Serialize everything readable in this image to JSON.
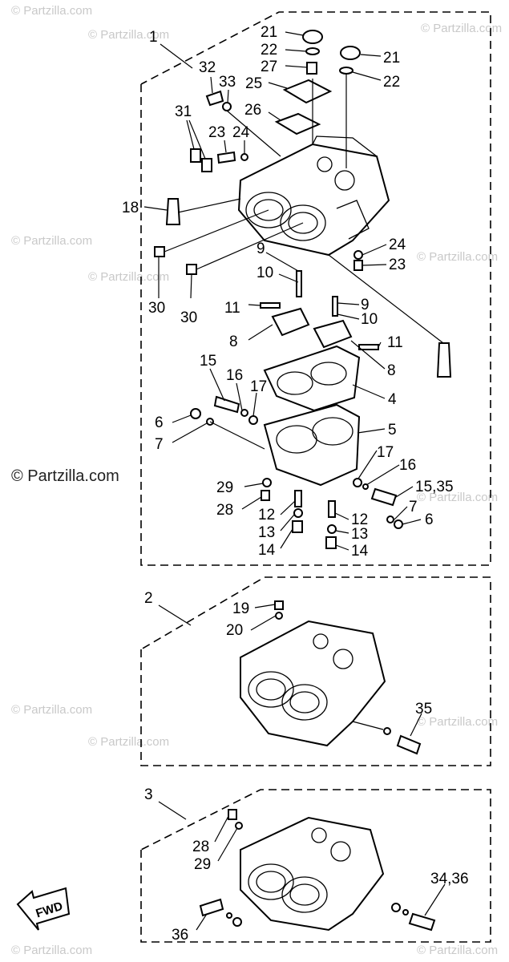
{
  "watermark": "© Partzilla.com",
  "direction_label": "FWD",
  "assemblies": [
    {
      "id": "1",
      "name": "carburetor-assembly-1"
    },
    {
      "id": "2",
      "name": "carburetor-assembly-2"
    },
    {
      "id": "3",
      "name": "carburetor-assembly-3"
    }
  ],
  "callouts": [
    "21",
    "22",
    "27",
    "25",
    "21",
    "22",
    "32",
    "33",
    "26",
    "31",
    "23",
    "24",
    "18",
    "24",
    "23",
    "9",
    "10",
    "30",
    "30",
    "11",
    "9",
    "10",
    "11",
    "8",
    "8",
    "15",
    "16",
    "17",
    "4",
    "6",
    "7",
    "5",
    "17",
    "16",
    "15,35",
    "29",
    "28",
    "12",
    "12",
    "7",
    "6",
    "13",
    "13",
    "14",
    "14",
    "19",
    "20",
    "35",
    "28",
    "29",
    "36",
    "34,36"
  ]
}
